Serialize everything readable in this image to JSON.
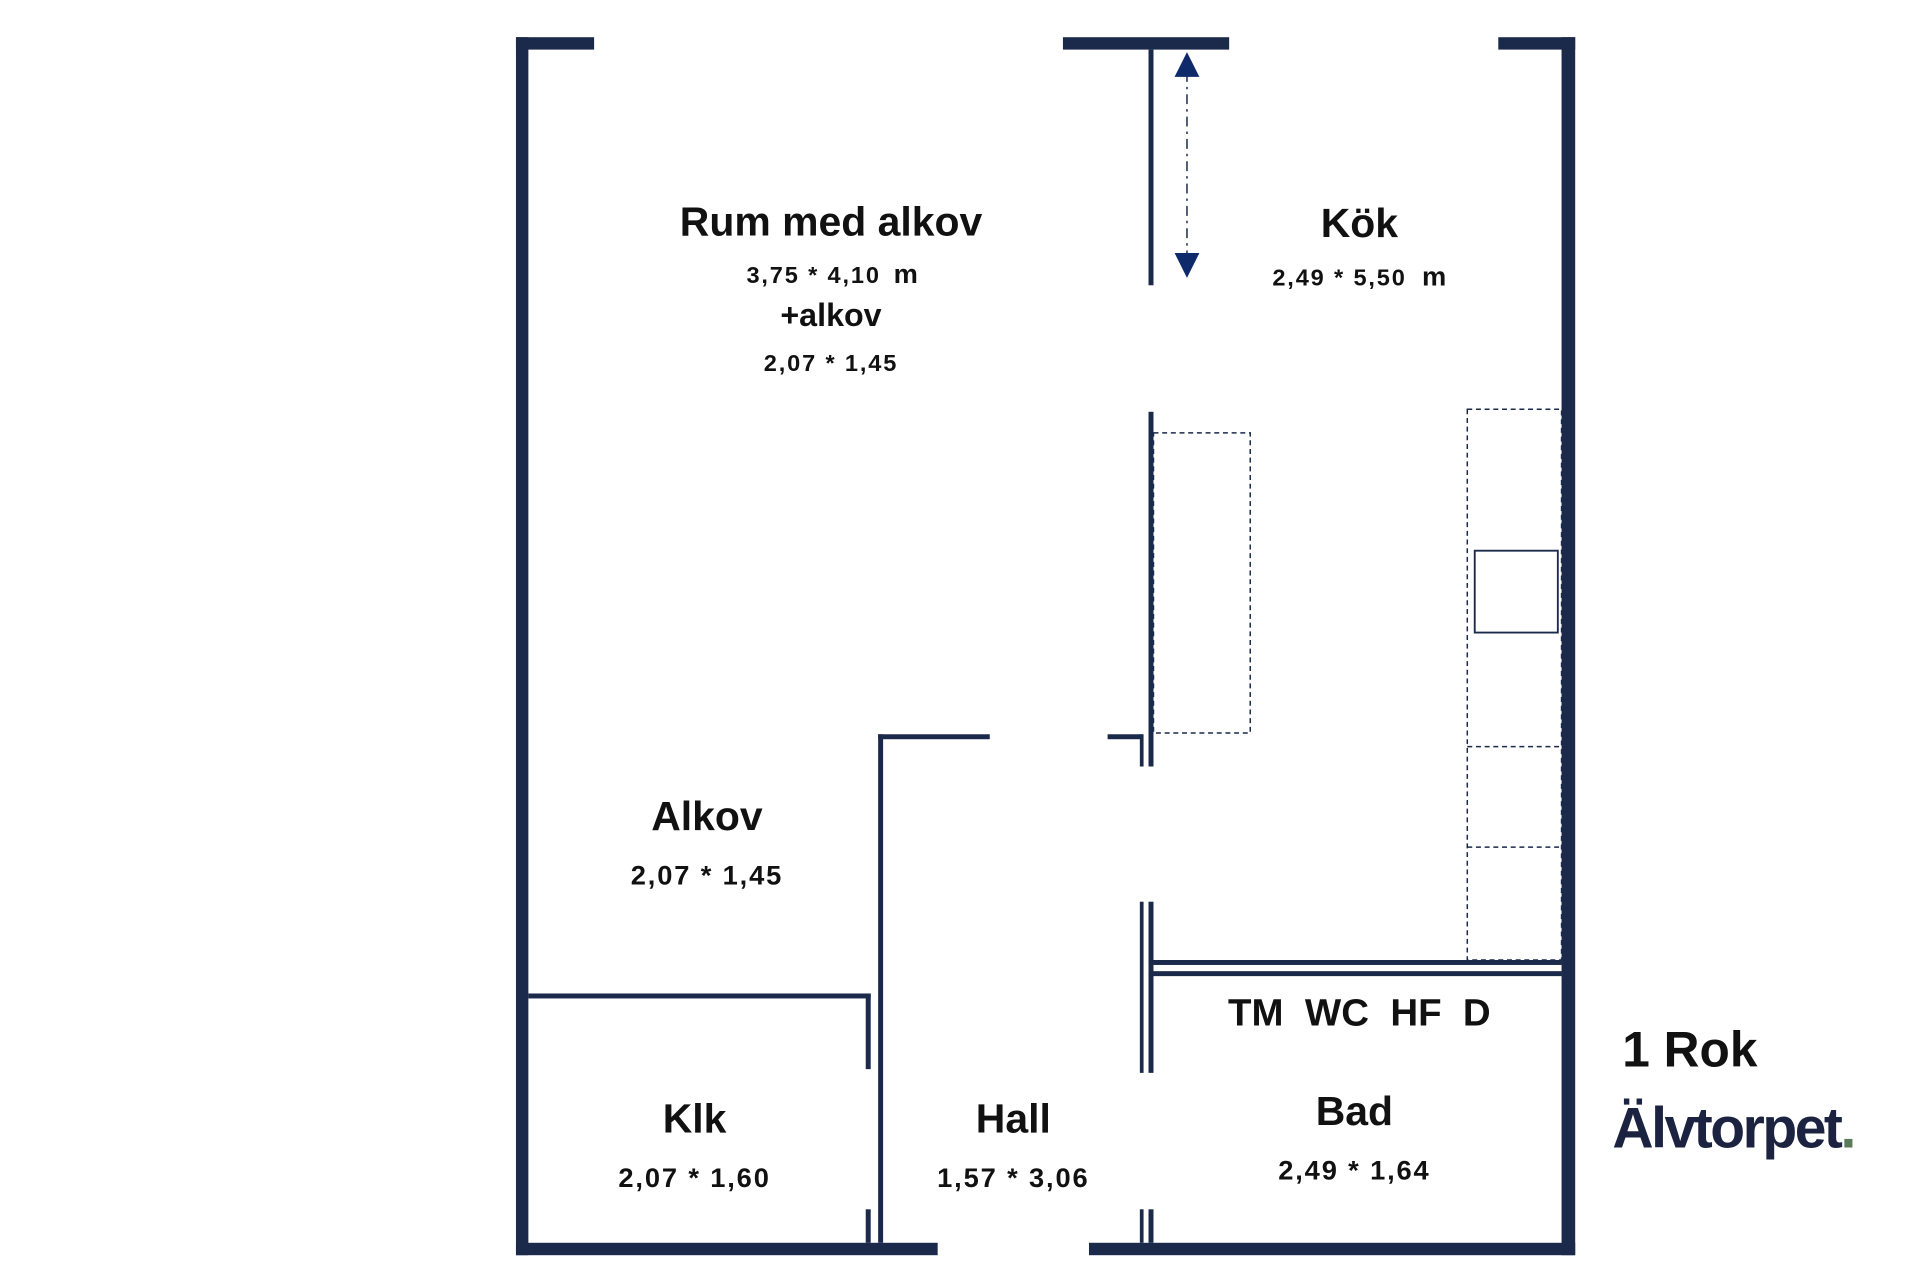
{
  "plan": {
    "type_label": "1 Rok",
    "brand": "Älvtorpet",
    "brand_dot": ".",
    "colors": {
      "wall": "#1b2a4a",
      "brand_dot": "#5a7a5a"
    },
    "rooms": {
      "main": {
        "name": "Rum med alkov",
        "size": "3,75 * 4,10",
        "unit": "m",
        "extra": "+alkov",
        "extra_size": "2,07 * 1,45"
      },
      "kitchen": {
        "name": "Kök",
        "size": "2,49 * 5,50",
        "unit": "m"
      },
      "alcove": {
        "name": "Alkov",
        "size": "2,07 * 1,45"
      },
      "closet": {
        "name": "Klk",
        "size": "2,07 * 1,60"
      },
      "hall": {
        "name": "Hall",
        "size": "1,57 * 3,06"
      },
      "bath": {
        "name": "Bad",
        "fixtures": "TM  WC  HF  D",
        "size": "2,49 * 1,64"
      }
    }
  }
}
